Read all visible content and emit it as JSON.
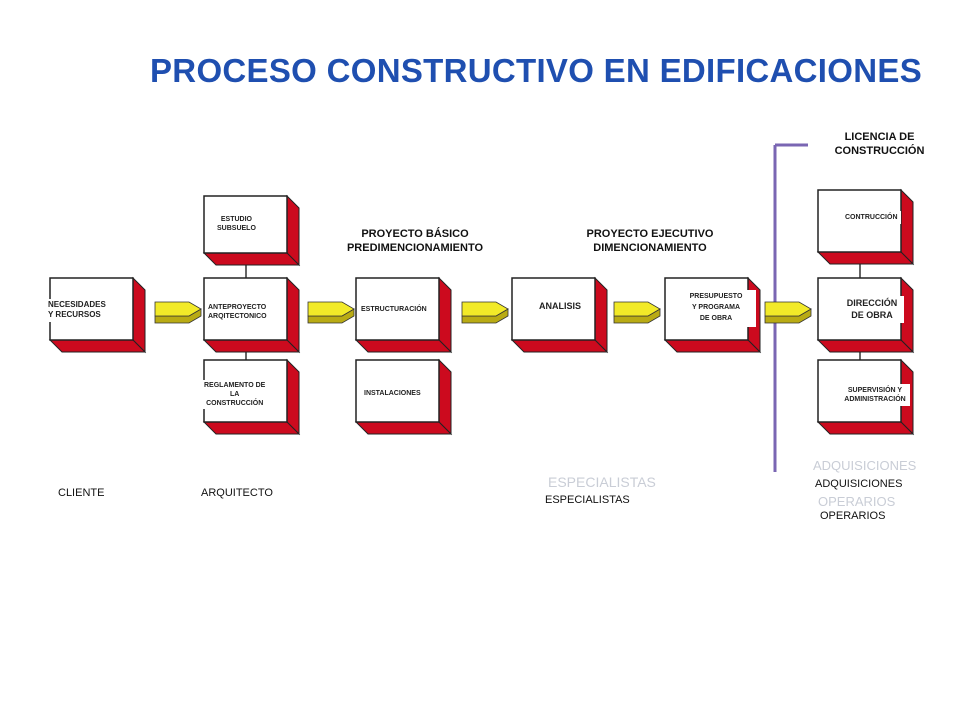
{
  "title": "PROCESO CONSTRUCTIVO EN EDIFICACIONES",
  "stages": {
    "basico": "PROYECTO BÁSICO\nPREDIMENCIONAMIENTO",
    "ejecutivo": "PROYECTO EJECUTIVO\nDIMENCIONAMIENTO",
    "licencia": "LICENCIA DE\nCONSTRUCCIÓN"
  },
  "boxes": {
    "necesidades": "NECESIDADES\nY RECURSOS",
    "estudio": "ESTUDIO\nSUBSUELO",
    "anteproyecto": "ANTEPROYECTO\nARQITECTONICO",
    "reglamento": "REGLAMENTO DE\nLA\nCONSTRUCCIÓN",
    "estructuracion": "ESTRUCTURACIÓN",
    "instalaciones": "INSTALACIONES",
    "analisis": "ANALISIS",
    "presupuesto": "PRESUPUESTO\nY PROGRAMA\nDE OBRA",
    "construccion": "CONTRUCCIÓN",
    "direccion": "DIRECCIÓN\nDE OBRA",
    "supervision": "SUPERVISIÓN Y\nADMINISTRACIÓN"
  },
  "roles": {
    "cliente": "CLIENTE",
    "arquitecto": "ARQUITECTO",
    "especialistas": "ESPECIALISTAS",
    "adquisiciones": "ADQUISICIONES",
    "operarios": "OPERARIOS"
  },
  "ghost_text": {
    "especialistas": "ESPECIALISTAS",
    "adquisiciones": "ADQUISICIONES",
    "operarios": "OPERARIOS"
  },
  "colors": {
    "title": "#1f4fb0",
    "box_shadow": "#cc0a1e",
    "arrow": "#f2ea28",
    "divider": "#7a66b3"
  }
}
